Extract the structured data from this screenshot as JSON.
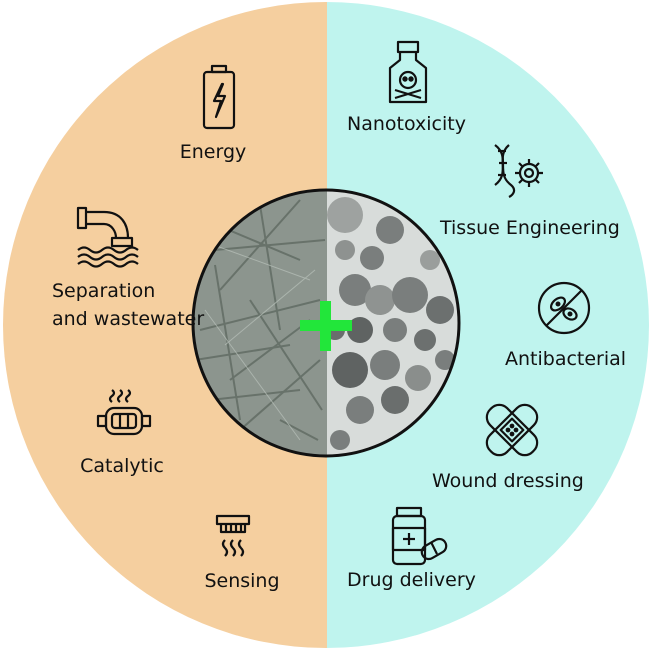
{
  "left": {
    "color": "#f5cf9f",
    "items": [
      {
        "label": "Energy",
        "icon": "battery-charge-icon"
      },
      {
        "label_line1": "Separation",
        "label_line2": "and wastewater",
        "icon": "wastewater-pipe-icon"
      },
      {
        "label": "Catalytic",
        "icon": "catalytic-converter-icon"
      },
      {
        "label": "Sensing",
        "icon": "sensor-icon"
      }
    ]
  },
  "right": {
    "color": "#bff4ee",
    "items": [
      {
        "label": "Nanotoxicity",
        "icon": "poison-bottle-icon"
      },
      {
        "label": "Tissue Engineering",
        "icon": "dna-gear-icon"
      },
      {
        "label": "Antibacterial",
        "icon": "no-bacteria-icon"
      },
      {
        "label": "Wound dressing",
        "icon": "bandage-icon"
      },
      {
        "label": "Drug delivery",
        "icon": "medicine-bottle-pill-icon"
      }
    ]
  },
  "center": {
    "plus_color": "#22e63a",
    "left_image": "nanofiber-micrograph",
    "right_image": "nanoparticle-micrograph"
  }
}
